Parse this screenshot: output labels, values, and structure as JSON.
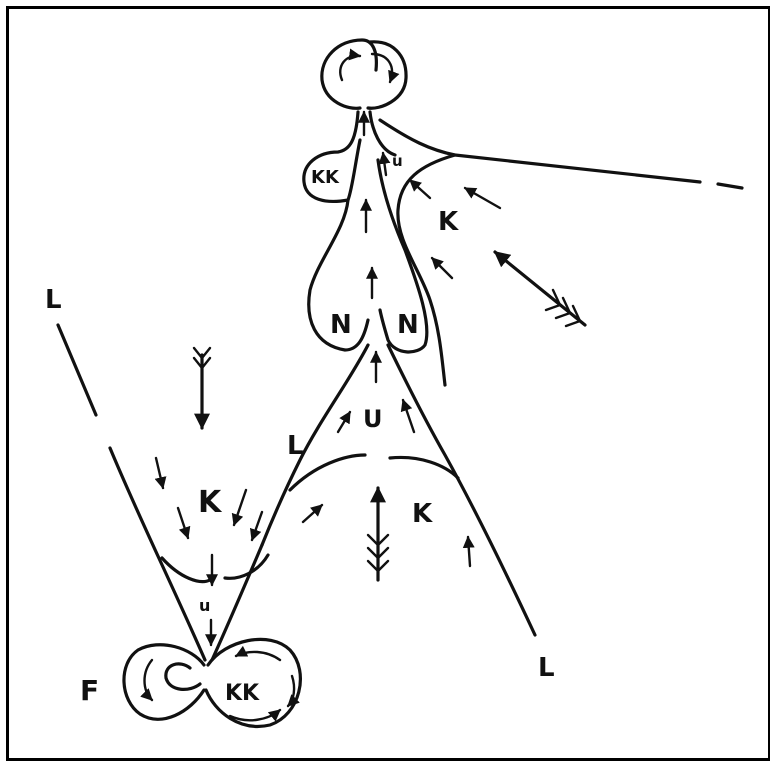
{
  "colors": {
    "ink": "#111111",
    "background": "#ffffff",
    "frame": "#000000"
  },
  "labels": {
    "L": "L",
    "K": "K",
    "KK": "KK",
    "N": "N",
    "U": "U",
    "u": "u",
    "F": "F"
  }
}
